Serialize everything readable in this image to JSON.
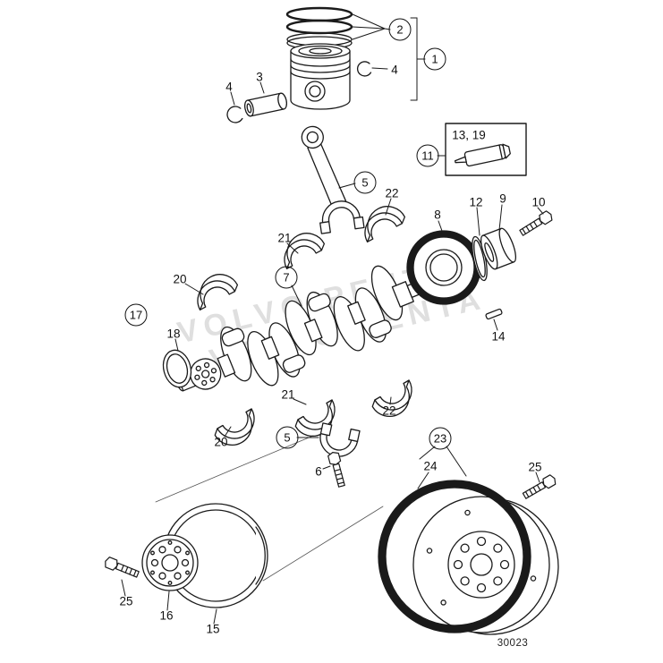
{
  "diagram": {
    "drawing_number": "30023",
    "watermark": "VOLVO PENTA"
  },
  "callouts": {
    "c1": {
      "label": "1"
    },
    "c2": {
      "label": "2"
    },
    "c3": {
      "label": "3"
    },
    "c4a": {
      "label": "4"
    },
    "c4b": {
      "label": "4"
    },
    "c5a": {
      "label": "5"
    },
    "c5b": {
      "label": "5"
    },
    "c6": {
      "label": "6"
    },
    "c7": {
      "label": "7"
    },
    "c8": {
      "label": "8"
    },
    "c9": {
      "label": "9"
    },
    "c10": {
      "label": "10"
    },
    "c11": {
      "label": "11"
    },
    "c12": {
      "label": "12"
    },
    "c13_19": {
      "label": "13, 19"
    },
    "c14": {
      "label": "14"
    },
    "c15": {
      "label": "15"
    },
    "c16": {
      "label": "16"
    },
    "c17": {
      "label": "17"
    },
    "c18": {
      "label": "18"
    },
    "c20a": {
      "label": "20"
    },
    "c20b": {
      "label": "20"
    },
    "c21a": {
      "label": "21"
    },
    "c21b": {
      "label": "21"
    },
    "c22a": {
      "label": "22"
    },
    "c22b": {
      "label": "22"
    },
    "c23": {
      "label": "23"
    },
    "c24": {
      "label": "24"
    },
    "c25a": {
      "label": "25"
    },
    "c25b": {
      "label": "25"
    }
  }
}
